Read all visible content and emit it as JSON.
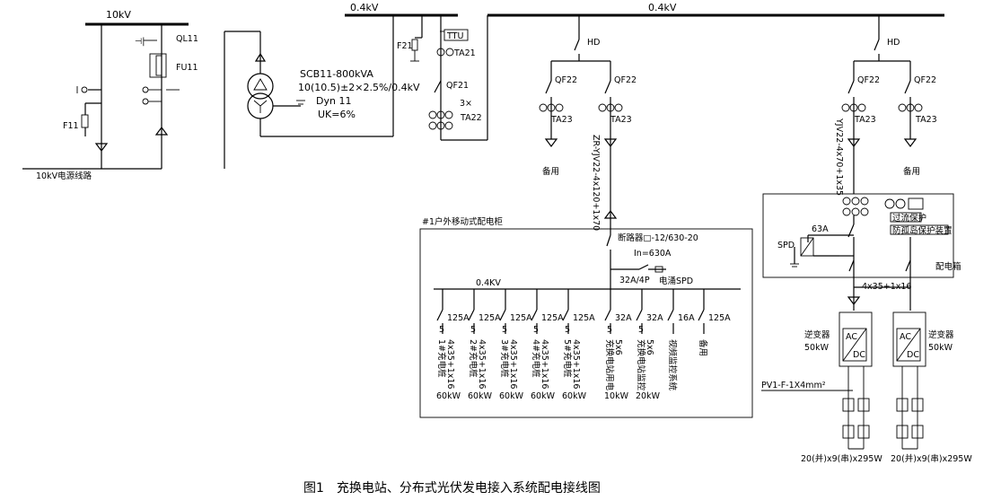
{
  "labels": {
    "bus_10kv": "10kV",
    "bus_04kv_left": "0.4kV",
    "bus_04kv_right": "0.4kV",
    "ql11": "QL11",
    "fu11": "FU11",
    "f11": "F11",
    "f21": "F21",
    "source_line": "10kV电源线路",
    "xfmr_model": "SCB11-800kVA",
    "xfmr_ratio": "10(10.5)±2×2.5%/0.4kV",
    "xfmr_group": "Dyn 11",
    "xfmr_uk": "UK=6%",
    "ttu": "TTU",
    "ta21": "TA21",
    "qf21": "QF21",
    "qf21_ct": "3×",
    "ta22": "TA22",
    "hd": "HD",
    "qf22": "QF22",
    "ta23": "TA23",
    "spare": "备用",
    "cable_left": "ZR-YJV22-4x120+1x70",
    "cable_right": "YJV22-4x70+1x35",
    "cabinet_title": "#1户外移动式配电柜",
    "breaker_label": "断路器□-12/630-20",
    "in_rating": "In=630A",
    "spd_breaker": "32A/4P",
    "spd": "电涌SPD",
    "inner_bus": "0.4KV",
    "panel_title": "配电箱",
    "overcurrent": "过流保护",
    "islanding": "防孤岛保护装置",
    "panel_63a": "63A",
    "panel_spd": "SPD",
    "panel_cable": "4x35+1x16",
    "inverter": "逆变器",
    "inv_power": "50kW",
    "pv_cable": "PV1-F-1X4mm²",
    "array_label": "20(并)x9(串)x295W",
    "caption": "图1　充换电站、分布式光伏发电接入系统配电接线图"
  },
  "feeders": [
    {
      "rating": "125A",
      "pole": "5",
      "name": "1#充电桩",
      "cable": "4x35+1x16",
      "power": "60kW"
    },
    {
      "rating": "125A",
      "pole": "5",
      "name": "2#充电桩",
      "cable": "4x35+1x16",
      "power": "60kW"
    },
    {
      "rating": "125A",
      "pole": "5",
      "name": "3#充电桩",
      "cable": "4x35+1x16",
      "power": "60kW"
    },
    {
      "rating": "125A",
      "pole": "5",
      "name": "4#充电桩",
      "cable": "4x35+1x16",
      "power": "60kW"
    },
    {
      "rating": "125A",
      "pole": "5",
      "name": "5#充电桩",
      "cable": "4x35+1x16",
      "power": "60kW"
    },
    {
      "rating": "32A",
      "pole": "5",
      "name": "充换电站用电",
      "cable": "5x6",
      "power": "10kW"
    },
    {
      "rating": "32A",
      "pole": "5",
      "name": "充换电站监控",
      "cable": "5x6",
      "power": "20kW"
    },
    {
      "rating": "16A",
      "pole": "",
      "name": "视频监控系统",
      "cable": "",
      "power": ""
    },
    {
      "rating": "125A",
      "pole": "",
      "name": "备用",
      "cable": "",
      "power": ""
    }
  ]
}
